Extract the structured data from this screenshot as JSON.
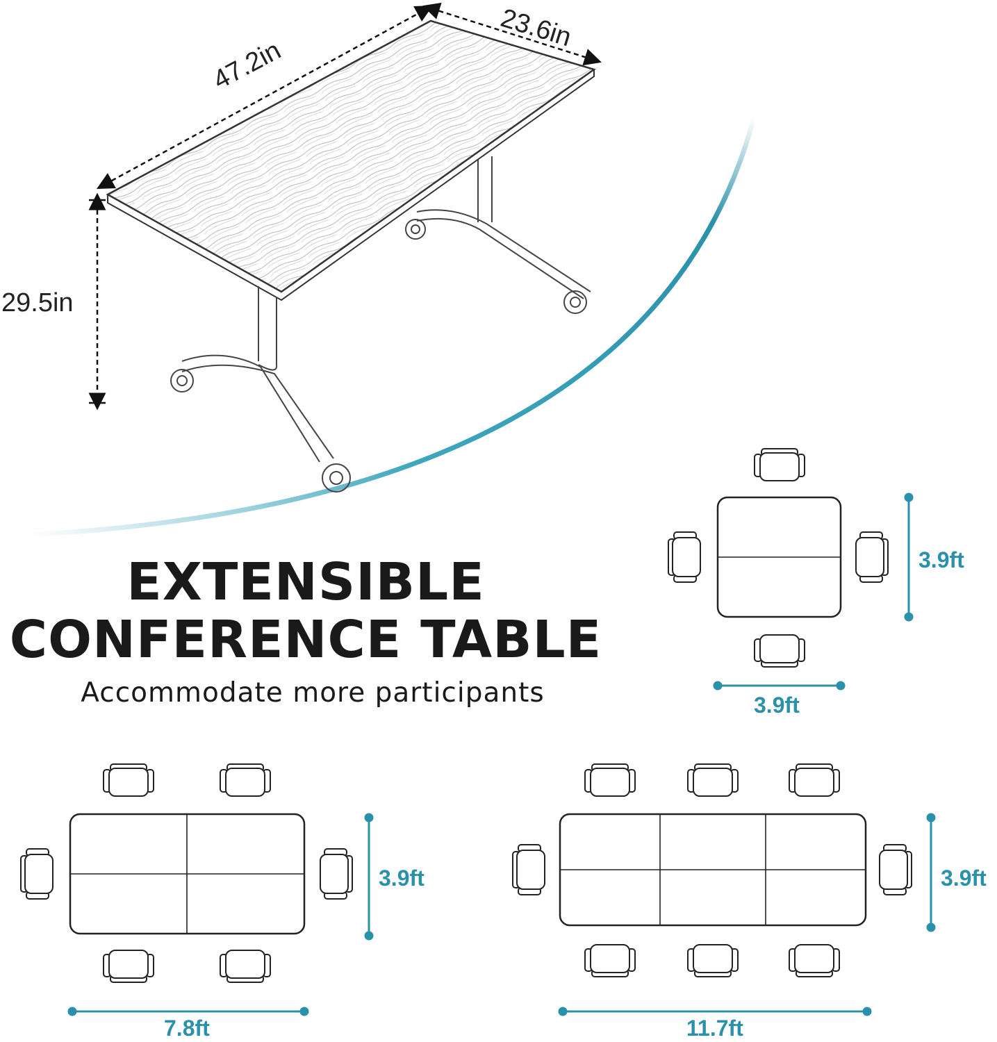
{
  "title_line1": "EXTENSIBLE",
  "title_line2": "CONFERENCE TABLE",
  "subtitle": "Accommodate more participants",
  "product_dimensions": {
    "length": "47.2in",
    "width": "23.6in",
    "height": "29.5in"
  },
  "layouts": [
    {
      "name": "single",
      "width_label": "3.9ft",
      "depth_label": "3.9ft",
      "seats": 4
    },
    {
      "name": "double",
      "width_label": "7.8ft",
      "depth_label": "3.9ft",
      "seats": 6
    },
    {
      "name": "triple",
      "width_label": "11.7ft",
      "depth_label": "3.9ft",
      "seats": 8
    }
  ],
  "colors": {
    "accent": "#2b91ab",
    "text": "#1a1a1a",
    "line": "#222222"
  }
}
